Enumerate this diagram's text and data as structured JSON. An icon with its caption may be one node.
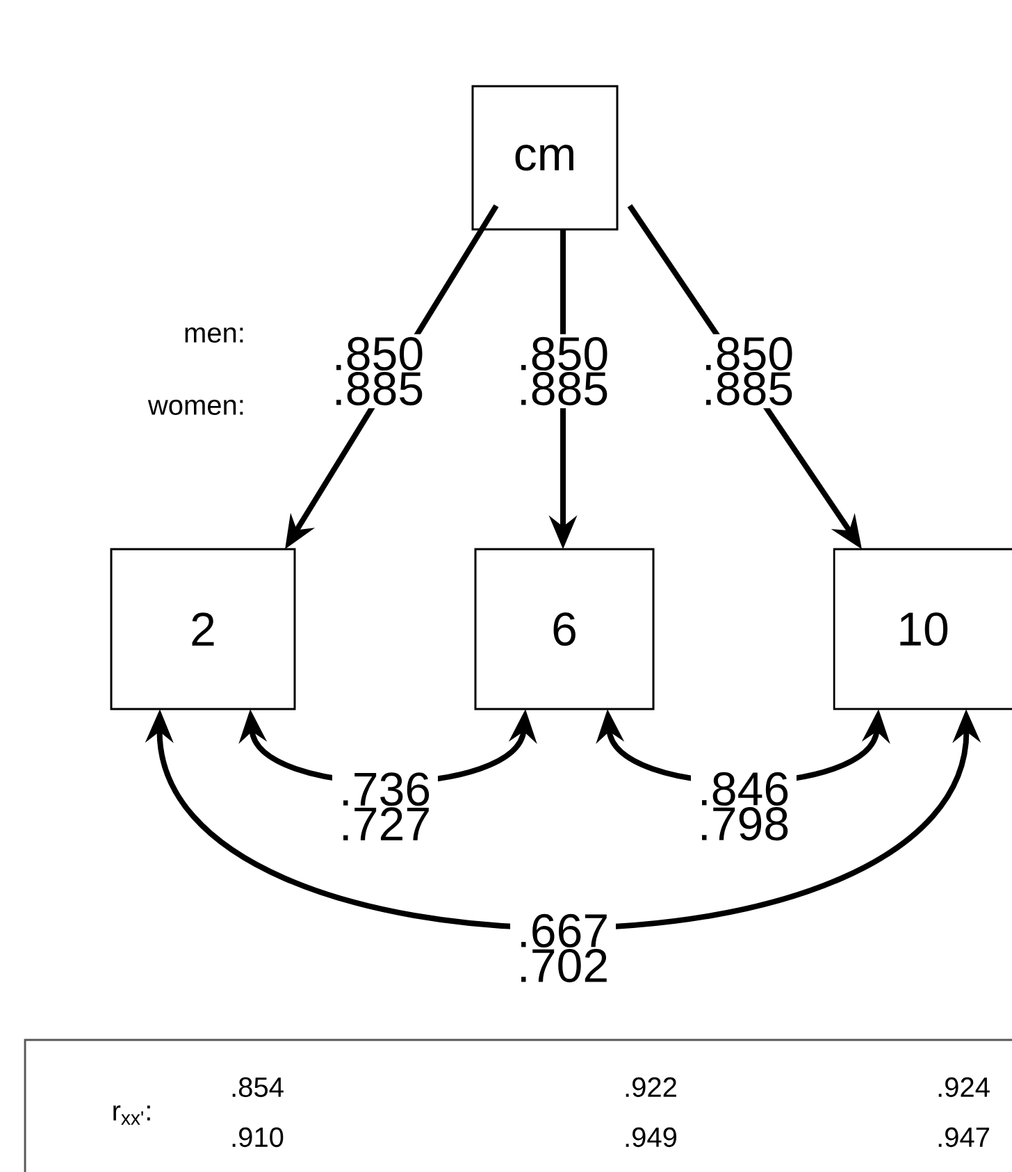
{
  "diagram": {
    "nodes": [
      {
        "text": [
          "cm"
        ]
      },
      {
        "text": [
          "2"
        ]
      },
      {
        "text": [
          "6"
        ]
      },
      {
        "text": [
          "10"
        ]
      },
      {
        "text": [
          "r$_{xx'}$:",
          ".854",
          ".910",
          ".922",
          ".949",
          ".924",
          ".947"
        ]
      }
    ],
    "edges": [
      {
        "from": 0,
        "to": 1,
        "arrow": "to",
        "label": ".850 .885"
      },
      {
        "from": 0,
        "to": 2,
        "arrow": "to",
        "label": ".850 .885"
      },
      {
        "from": 0,
        "to": 3,
        "arrow": "to",
        "label": ".850 .885"
      },
      {
        "from": 1,
        "to": 2,
        "arrow": "both",
        "label": ".736 .727"
      },
      {
        "from": 2,
        "to": 3,
        "arrow": "both",
        "label": ".846 .798"
      },
      {
        "from": 1,
        "to": 3,
        "arrow": "both",
        "label": ".667 .702"
      }
    ],
    "labels": [
      "men:",
      "women:"
    ]
  }
}
